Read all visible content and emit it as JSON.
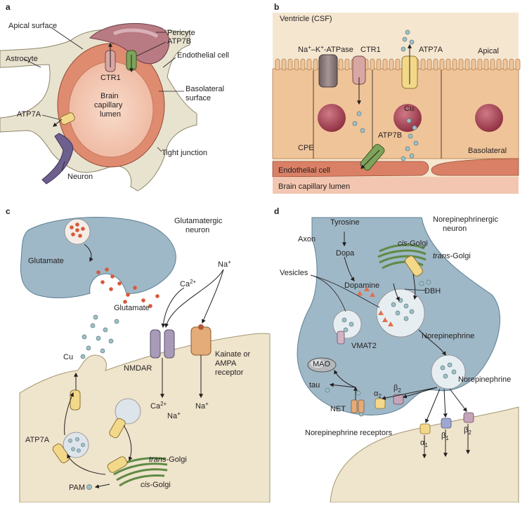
{
  "colors": {
    "astrocyte": "#e8e3cf",
    "endothelial": "#de8b70",
    "lumen": "#f2c6b0",
    "pericyte": "#b87a83",
    "neuron": "#6d5f8e",
    "csf": "#f5e6cf",
    "cpe": "#f0c499",
    "nucleus": "#a63e4f",
    "capillary": "#d98066",
    "neuron_blue": "#9fb8c7",
    "postsynaptic": "#efe4cc",
    "copper": "#9ec0c6",
    "glutamate": "#d6593b",
    "dopamine": "#e07050"
  },
  "a": {
    "panel": "a",
    "apical_surface": "Apical surface",
    "pericyte": "Pericyte",
    "astrocyte": "Astrocyte",
    "atp7b": "ATP7B",
    "endothelial_cell": "Endothelial cell",
    "ctr1": "CTR1",
    "lumen1": "Brain",
    "lumen2": "capillary",
    "lumen3": "lumen",
    "basolateral1": "Basolateral",
    "basolateral2": "surface",
    "atp7a": "ATP7A",
    "tight_junction": "Tight junction",
    "neuron": "Neuron"
  },
  "b": {
    "panel": "b",
    "ventricle": "Ventricle (CSF)",
    "atpase_pre": "Na",
    "atpase_sup1": "+",
    "atpase_mid": "–K",
    "atpase_sup2": "+",
    "atpase_post": "-ATPase",
    "ctr1": "CTR1",
    "atp7a": "ATP7A",
    "apical": "Apical",
    "cu": "Cu",
    "atp7b": "ATP7B",
    "cpe": "CPE",
    "basolateral": "Basolateral",
    "endothelial_cell": "Endothelial cell",
    "capillary_lumen": "Brain capillary lumen"
  },
  "c": {
    "panel": "c",
    "glutamatergic1": "Glutamatergic",
    "glutamatergic2": "neuron",
    "glutamate_top": "Glutamate",
    "glutamate_cleft": "Glutamate",
    "ca_base": "Ca",
    "ca_sup": "2+",
    "na_base": "Na",
    "na_sup": "+",
    "cu": "Cu",
    "nmdar": "NMDAR",
    "kainate1": "Kainate or",
    "kainate2": "AMPA",
    "kainate3": "receptor",
    "ca_out_base": "Ca",
    "ca_out_sup": "2+",
    "na_out1_base": "Na",
    "na_out1_sup": "+",
    "na_out2_base": "Na",
    "na_out2_sup": "+",
    "atp7a": "ATP7A",
    "trans_golgi_italic": "trans",
    "trans_golgi_rest": "-Golgi",
    "cis_golgi_italic": "cis",
    "cis_golgi_rest": "-Golgi",
    "pam": "PAM"
  },
  "d": {
    "panel": "d",
    "tyrosine": "Tyrosine",
    "ne_neuron1": "Norepinephrinergic",
    "ne_neuron2": "neuron",
    "axon": "Axon",
    "dopa": "Dopa",
    "cis_golgi_italic": "cis",
    "cis_golgi_rest": "-Golgi",
    "trans_golgi_italic": "trans",
    "trans_golgi_rest": "-Golgi",
    "vesicles": "Vesicles",
    "dopamine": "Dopamine",
    "dbh": "DBH",
    "norepinephrine_vesicle": "Norepinephrine",
    "vmat2": "VMAT2",
    "mao": "MAO",
    "tau": "tau",
    "alpha2_base": "α",
    "alpha2_sub": "2",
    "beta2_base": "β",
    "beta2_sub": "2",
    "norepinephrine_release": "Norepinephrine",
    "net": "NET",
    "receptors": "Norepinephrine receptors",
    "r_alpha1_base": "α",
    "r_alpha1_sub": "1",
    "r_beta1_base": "β",
    "r_beta1_sub": "1",
    "r_beta2_base": "β",
    "r_beta2_sub": "2"
  }
}
